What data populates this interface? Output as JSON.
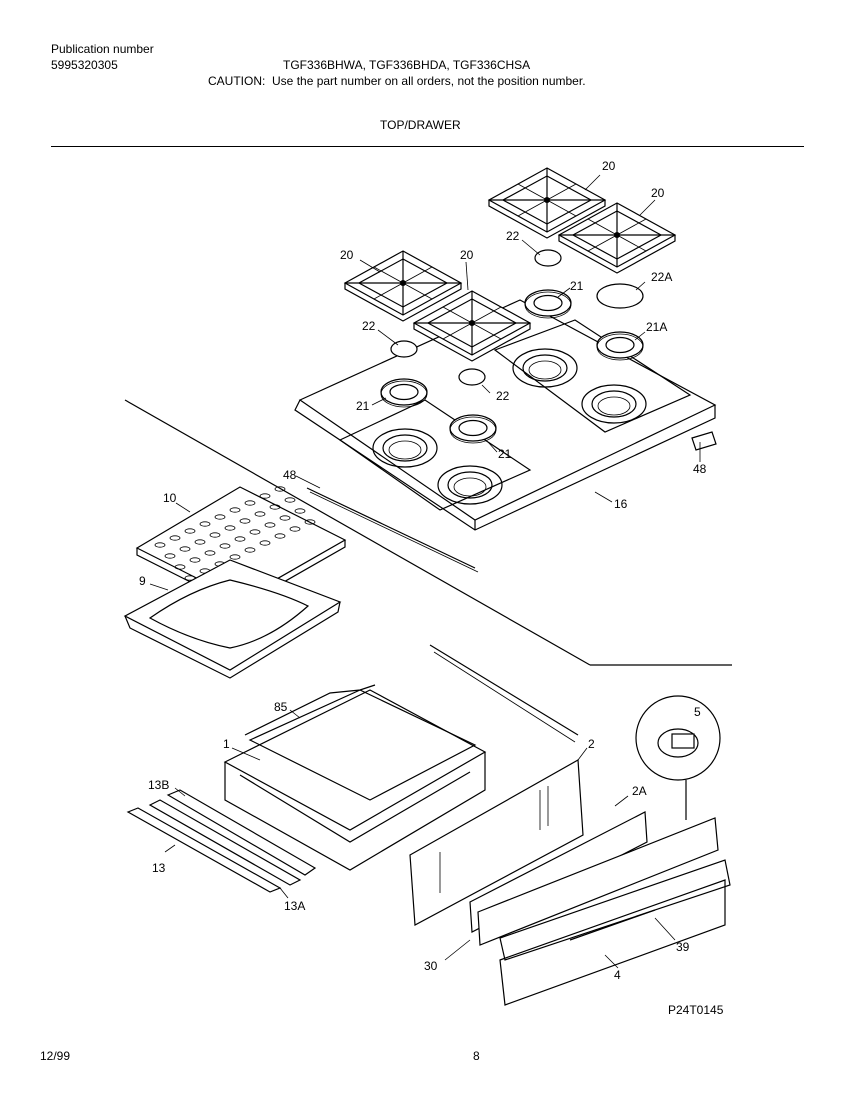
{
  "header": {
    "publication_label": "Publication number",
    "publication_number": "5995320305",
    "models": "TGF336BHWA, TGF336BHDA, TGF336CHSA",
    "caution_label": "CAUTION:",
    "caution_text": "Use the part number on all orders, not the position number.",
    "section_title": "TOP/DRAWER"
  },
  "callouts": {
    "grate_top": "20",
    "grate_right": "20",
    "grate_left": "20",
    "grate_center": "20",
    "cap_upper": "22",
    "cap_left": "22",
    "cap_center": "22",
    "cap_right": "22A",
    "head_upper": "21",
    "head_right": "21A",
    "head_left": "21",
    "head_front": "21",
    "trim_left": "48",
    "trim_right": "48",
    "cooktop": "16",
    "broiler_grid": "10",
    "broiler_pan": "9",
    "drawer_liner": "85",
    "drawer_body": "1",
    "drawer_side": "2",
    "drawer_front_trim": "2A",
    "knob": "5",
    "rail_upper": "13B",
    "rail_lower": "13",
    "rail_mid": "13A",
    "drawer_panel": "4",
    "handle": "39",
    "screw": "30"
  },
  "footer": {
    "date": "12/99",
    "page_number": "8",
    "drawing_code": "P24T0145"
  }
}
